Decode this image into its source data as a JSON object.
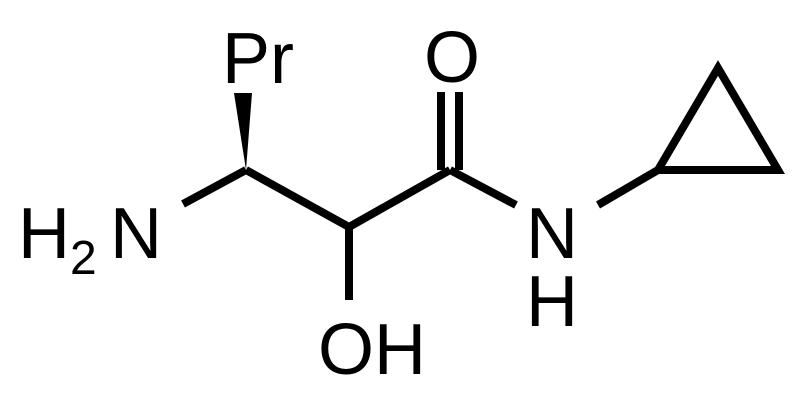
{
  "structure": {
    "labels": {
      "propyl": "Pr",
      "carbonyl_oxygen": "O",
      "amine_h": "H",
      "amine_subscript": "2",
      "amine_n": "N",
      "amide_n": "N",
      "amide_h": "H",
      "hydroxyl": "OH"
    },
    "colors": {
      "ink": "#000000",
      "background": "#ffffff"
    }
  }
}
